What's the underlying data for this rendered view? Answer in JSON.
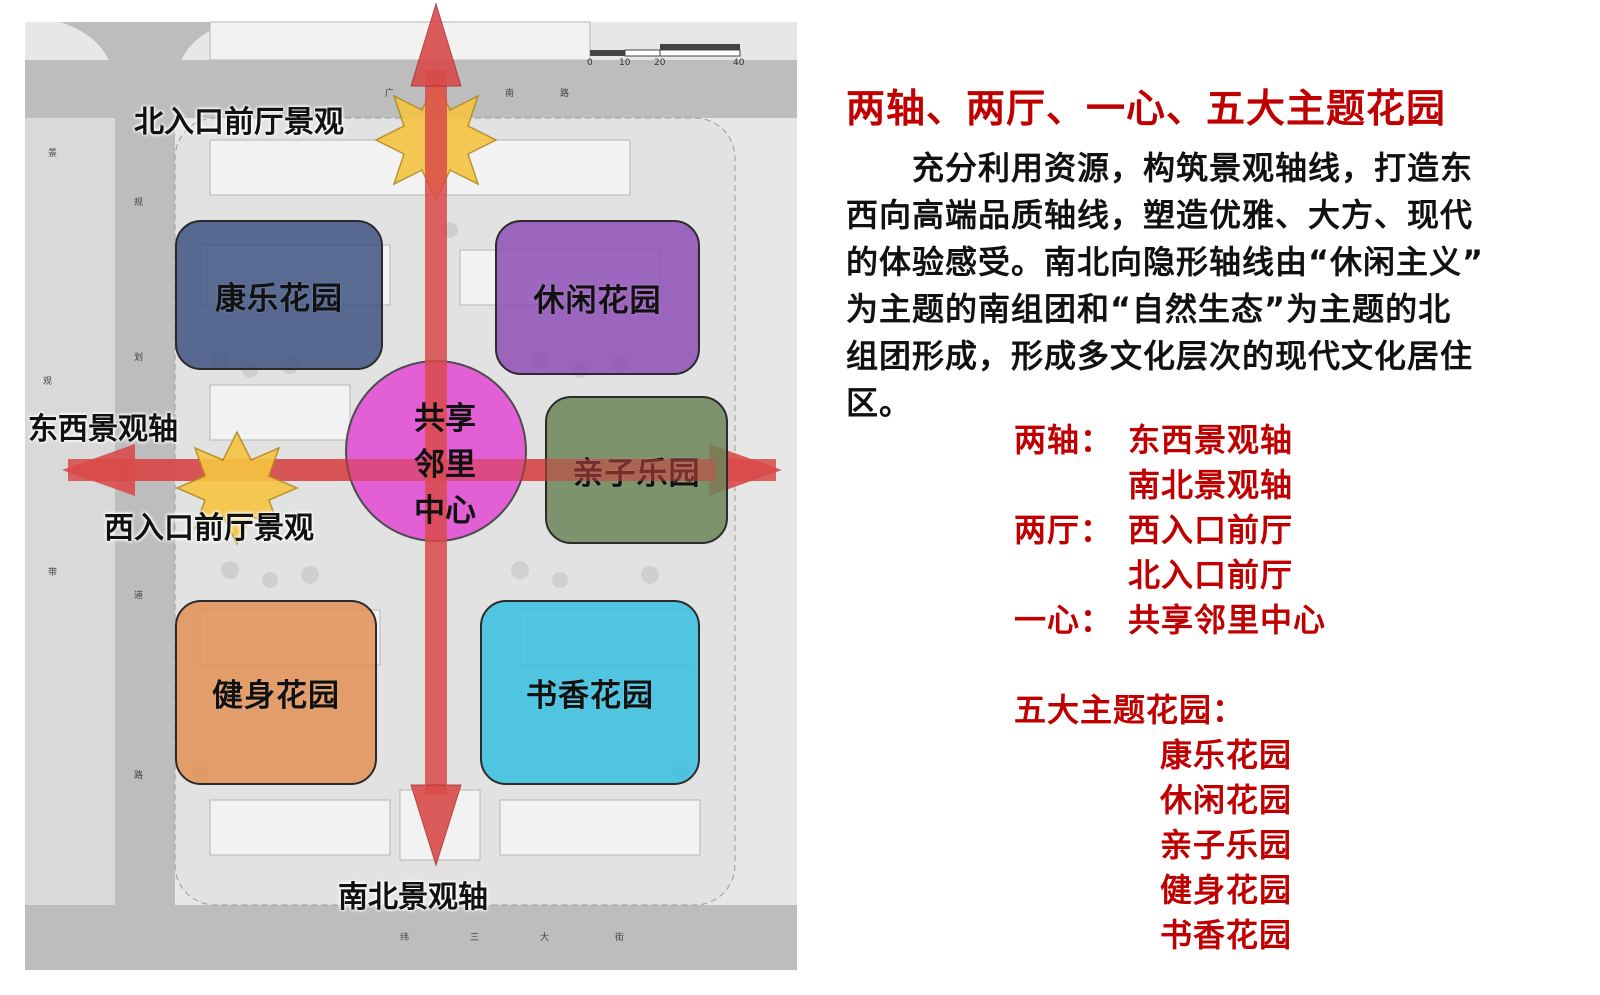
{
  "plan": {
    "zones": [
      {
        "name": "kangle",
        "label": "康乐花园",
        "color": "#3e5282"
      },
      {
        "name": "xiuxian",
        "label": "休闲花园",
        "color": "#8e4fb6"
      },
      {
        "name": "qinzi",
        "label": "亲子乐园",
        "color": "#6b8558"
      },
      {
        "name": "jianshen",
        "label": "健身花园",
        "color": "#e29155"
      },
      {
        "name": "shuxiang",
        "label": "书香花园",
        "color": "#35c0e0"
      }
    ],
    "center": {
      "line1": "共享",
      "line2": "邻里",
      "line3": "中心",
      "color": "#e249d4"
    },
    "labels": {
      "north_hall": "北入口前厅景观",
      "west_hall": "西入口前厅景观",
      "ew_axis": "东西景观轴",
      "ns_axis": "南北景观轴"
    },
    "axis_color": "#d94a4a",
    "star_color": "#f5c542",
    "map_text": {
      "top_road": [
        "广",
        "南",
        "路"
      ],
      "bottom_road": [
        "纬",
        "三",
        "大",
        "街"
      ],
      "left_strip": [
        "景",
        "观",
        "带"
      ],
      "left_road": [
        "规",
        "划",
        "道",
        "路"
      ],
      "scale": [
        "0",
        "10",
        "20",
        "40"
      ]
    }
  },
  "notes": {
    "heading": "两轴、两厅、一心、五大主题花园",
    "paragraph_lines": [
      "　　充分利用资源，构筑景观轴线，打造东",
      "西向高端品质轴线，塑造优雅、大方、现代",
      "的体验感受。南北向隐形轴线由“休闲主义”",
      "为主题的南组团和“自然生态”为主题的北",
      "组团形成，形成多文化层次的现代文化居住",
      "区。"
    ],
    "axes": {
      "prefix": "两轴：",
      "items": [
        "东西景观轴",
        "南北景观轴"
      ]
    },
    "halls": {
      "prefix": "两厅：",
      "items": [
        "西入口前厅",
        "北入口前厅"
      ]
    },
    "heart": {
      "prefix": "一心：",
      "item": "共享邻里中心"
    },
    "gardens": {
      "heading": "五大主题花园：",
      "items": [
        "康乐花园",
        "休闲花园",
        "亲子乐园",
        "健身花园",
        "书香花园"
      ]
    }
  }
}
